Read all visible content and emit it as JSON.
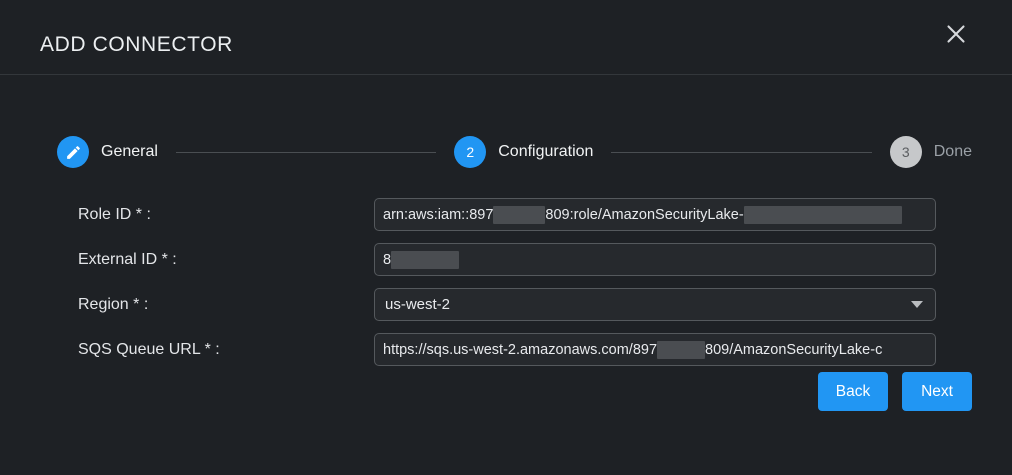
{
  "dialog": {
    "title": "ADD CONNECTOR",
    "close_icon": "close-icon"
  },
  "stepper": {
    "steps": [
      {
        "marker": "edit-pencil-icon",
        "label": "General",
        "state": "completed"
      },
      {
        "marker": "2",
        "label": "Configuration",
        "state": "active"
      },
      {
        "marker": "3",
        "label": "Done",
        "state": "inactive"
      }
    ]
  },
  "form": {
    "fields": [
      {
        "label": "Role ID * :",
        "type": "text",
        "value_parts": [
          {
            "kind": "text",
            "text": "arn:aws:iam::897"
          },
          {
            "kind": "redacted",
            "width": 52
          },
          {
            "kind": "text",
            "text": "809:role/AmazonSecurityLake-"
          },
          {
            "kind": "redacted",
            "width": 158
          }
        ]
      },
      {
        "label": "External ID * :",
        "type": "text",
        "value_parts": [
          {
            "kind": "text",
            "text": "8"
          },
          {
            "kind": "redacted",
            "width": 68
          }
        ]
      },
      {
        "label": "Region * :",
        "type": "select",
        "value": "us-west-2",
        "caret_icon": "chevron-down-icon"
      },
      {
        "label": "SQS Queue URL * :",
        "type": "text",
        "value_parts": [
          {
            "kind": "text",
            "text": "https://sqs.us-west-2.amazonaws.com/897"
          },
          {
            "kind": "redacted",
            "width": 48
          },
          {
            "kind": "text",
            "text": "809/AmazonSecurityLake-c"
          }
        ]
      }
    ]
  },
  "buttons": {
    "back_label": "Back",
    "next_label": "Next"
  },
  "colors": {
    "accent_blue": "#2196f3",
    "background": "#1e2125",
    "input_background": "#26292d",
    "redaction_gray": "#4a4d51",
    "inactive_step": "#c6c8ca"
  }
}
